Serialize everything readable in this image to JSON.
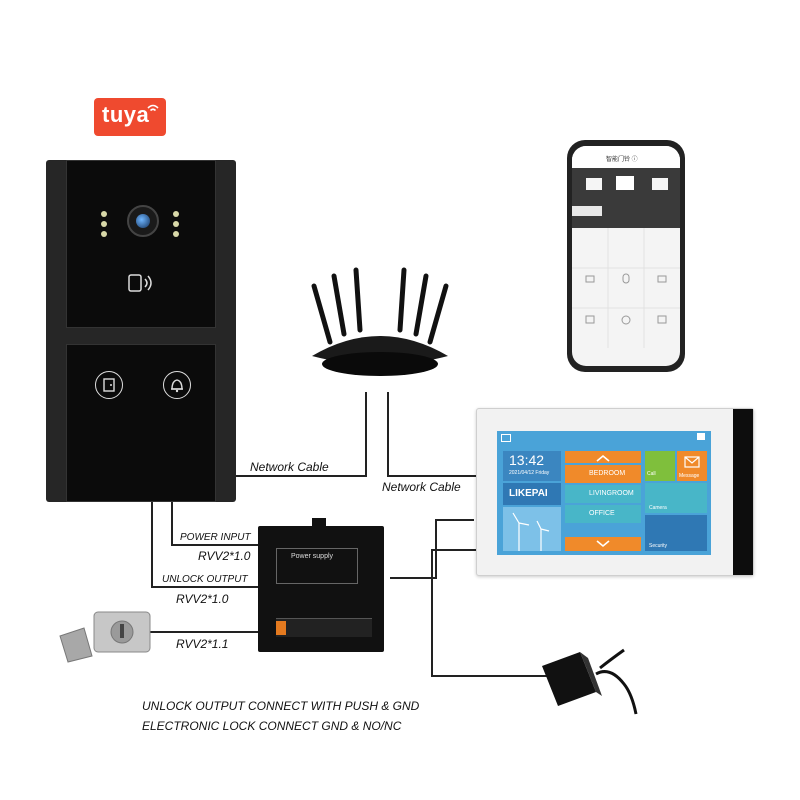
{
  "brand": {
    "logo_text": "tuya",
    "logo_color": "#ef4a2f"
  },
  "labels": {
    "network_cable_left": "Network Cable",
    "network_cable_right": "Network Cable",
    "power_input": "POWER INPUT",
    "rvv_power": "RVV2*1.0",
    "unlock_output": "UNLOCK OUTPUT",
    "rvv_unlock": "RVV2*1.0",
    "rvv_lock": "RVV2*1.1"
  },
  "notes": {
    "line1": "UNLOCK OUTPUT CONNECT WITH PUSH & GND",
    "line2": "ELECTRONIC LOCK CONNECT GND & NO/NC"
  },
  "power_supply": {
    "label": "Power supply"
  },
  "phone": {
    "title": "智能门铃 ⓘ"
  },
  "monitor": {
    "time": "13:42",
    "date": "2021/04/12 Friday",
    "brand": "LIKEPAI",
    "rooms": [
      "BEDROOM",
      "LIVINGROOM",
      "OFFICE"
    ],
    "tiles": [
      "Call",
      "Message",
      "Camera",
      "Security"
    ]
  },
  "colors": {
    "doorbell_body": "#0b0b0b",
    "doorbell_frame": "#262626",
    "screen_blue": "#4aa3d8",
    "orange": "#f08a2a",
    "teal": "#48b6c8",
    "green": "#7fbf3c"
  }
}
